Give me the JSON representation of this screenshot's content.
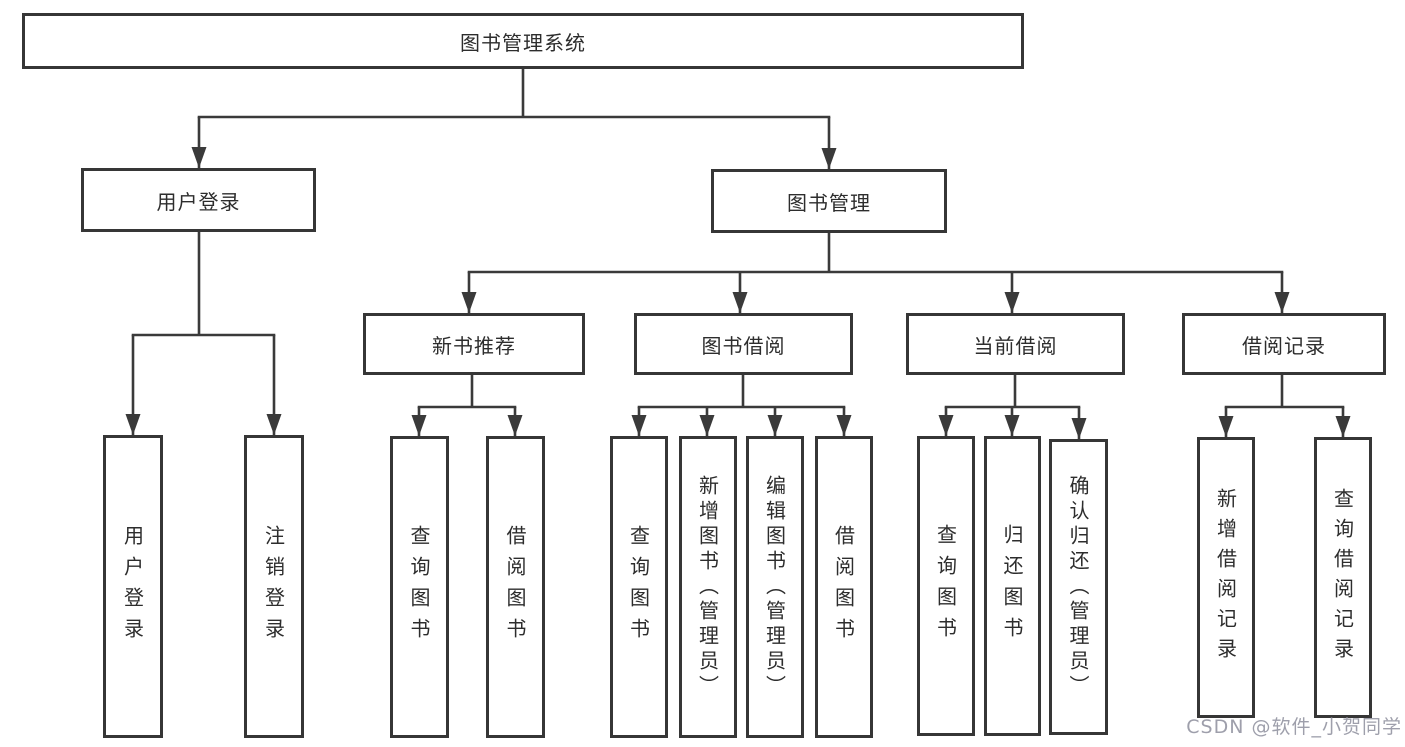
{
  "title": "图书管理系统",
  "watermark": "CSDN @软件_小贺同学",
  "colors": {
    "line": "#3a3a3a",
    "border": "#363636",
    "text": "#2d2d2d",
    "watermark": "#9495a2",
    "background": "#ffffff"
  },
  "nodes": {
    "root": "图书管理系统",
    "user_login": "用户登录",
    "book_mgmt": "图书管理",
    "new_book_rec": "新书推荐",
    "book_borrow": "图书借阅",
    "current_borrow": "当前借阅",
    "borrow_records": "借阅记录",
    "ul_user_login": "用户登录",
    "ul_logout": "注销登录",
    "nr_query_book": "查询图书",
    "nr_borrow_book": "借阅图书",
    "bb_query_book": "查询图书",
    "bb_add_book": "新增图书（管理员）",
    "bb_edit_book": "编辑图书（管理员）",
    "bb_borrow_book": "借阅图书",
    "cb_query_book": "查询图书",
    "cb_return_book": "归还图书",
    "cb_confirm_return": "确认归还（管理员）",
    "br_add_record": "新增借阅记录",
    "br_query_record": "查询借阅记录"
  },
  "hierarchy": {
    "图书管理系统": {
      "用户登录": [
        "用户登录",
        "注销登录"
      ],
      "图书管理": {
        "新书推荐": [
          "查询图书",
          "借阅图书"
        ],
        "图书借阅": [
          "查询图书",
          "新增图书（管理员）",
          "编辑图书（管理员）",
          "借阅图书"
        ],
        "当前借阅": [
          "查询图书",
          "归还图书",
          "确认归还（管理员）"
        ],
        "借阅记录": [
          "新增借阅记录",
          "查询借阅记录"
        ]
      }
    }
  }
}
